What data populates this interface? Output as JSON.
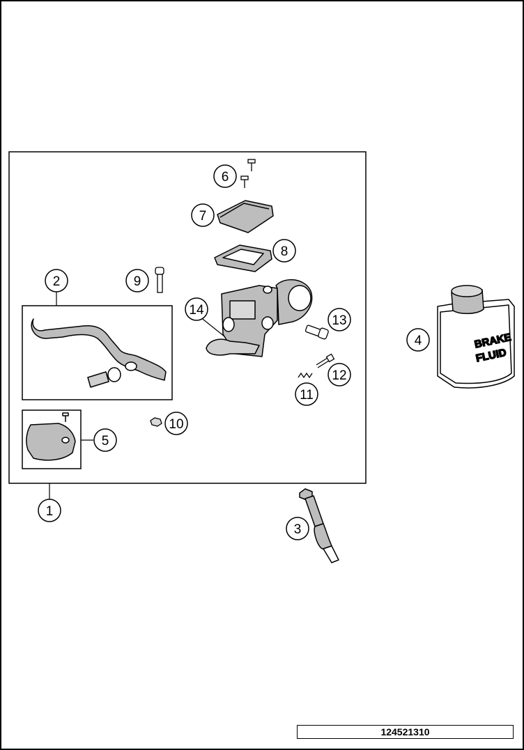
{
  "callouts": [
    {
      "id": "1",
      "label": "1"
    },
    {
      "id": "2",
      "label": "2"
    },
    {
      "id": "3",
      "label": "3"
    },
    {
      "id": "4",
      "label": "4"
    },
    {
      "id": "5",
      "label": "5"
    },
    {
      "id": "6",
      "label": "6"
    },
    {
      "id": "7",
      "label": "7"
    },
    {
      "id": "8",
      "label": "8"
    },
    {
      "id": "9",
      "label": "9"
    },
    {
      "id": "10",
      "label": "10"
    },
    {
      "id": "11",
      "label": "11"
    },
    {
      "id": "12",
      "label": "12"
    },
    {
      "id": "13",
      "label": "13"
    },
    {
      "id": "14",
      "label": "14"
    }
  ],
  "fluid_label": {
    "line1": "BRAKE",
    "line2": "FLUID"
  },
  "part_number": "124521310"
}
